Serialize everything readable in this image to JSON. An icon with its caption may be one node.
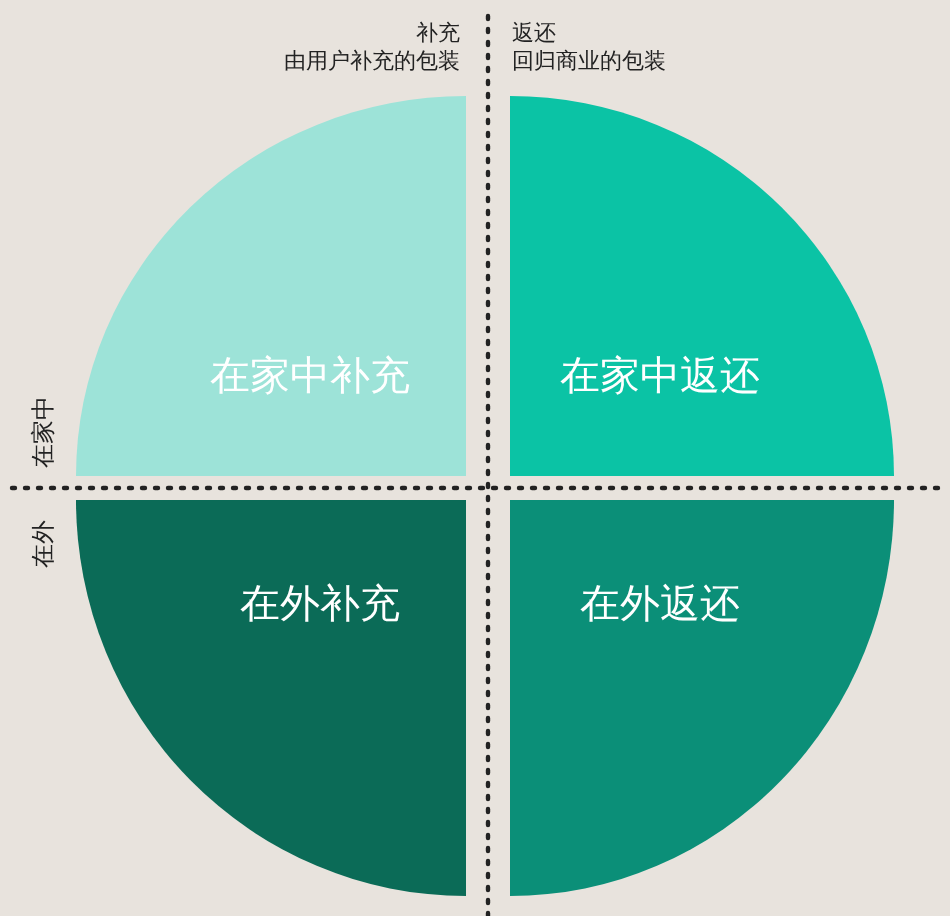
{
  "diagram": {
    "nodes": [
      {
        "text": [
          "在家中补充"
        ]
      },
      {
        "text": [
          "在家中返还"
        ]
      },
      {
        "text": [
          "在外补充"
        ]
      },
      {
        "text": [
          "在外返还"
        ]
      }
    ],
    "labels": [
      "补充",
      "由用户补充的包装",
      "返还",
      "回归商业的包装",
      "在家中",
      "在外"
    ]
  }
}
